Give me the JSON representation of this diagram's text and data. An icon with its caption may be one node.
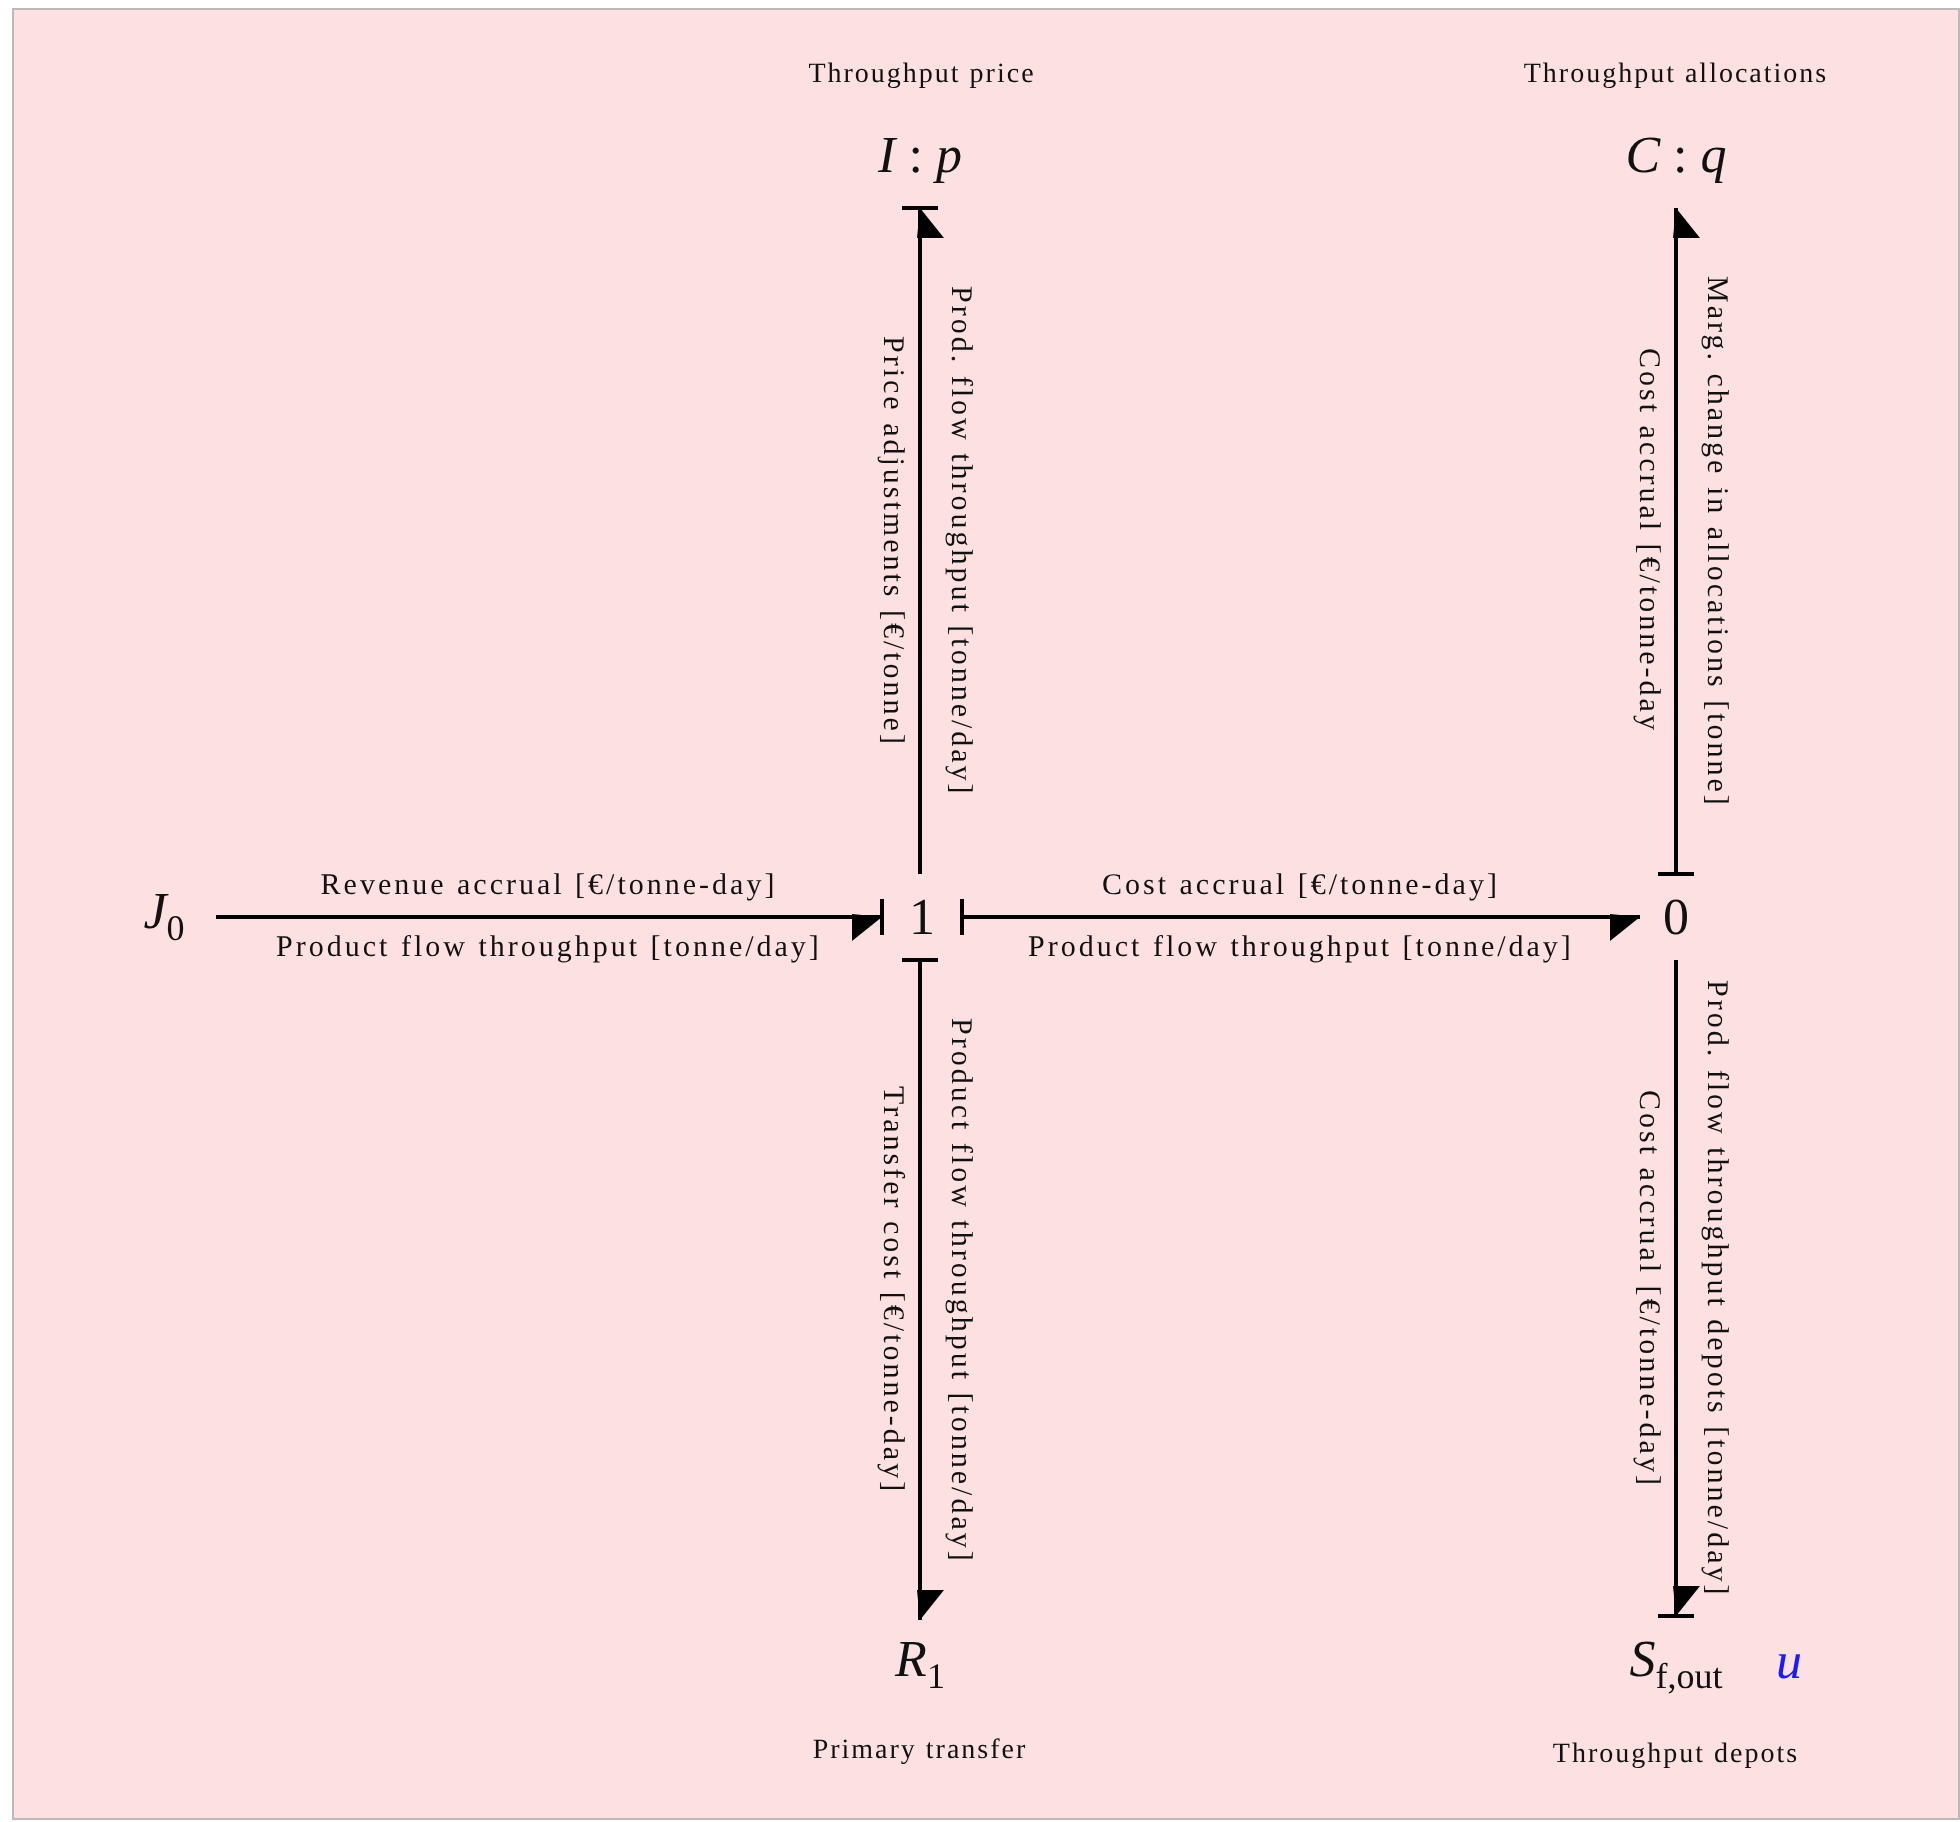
{
  "diagram": {
    "nodes": [
      {
        "text": [
          "*I* : *p*"
        ],
        "beside": [
          "Throughput price"
        ]
      },
      {
        "text": [
          "*C* : *q*"
        ],
        "beside": [
          "Throughput allocations"
        ]
      },
      {
        "text": [
          "*J*$_{0}$"
        ]
      },
      {
        "text": [
          "1"
        ]
      },
      {
        "text": [
          "0"
        ]
      },
      {
        "text": [
          "*R*$_{1}$"
        ],
        "beside": [
          "Primary transfer"
        ]
      },
      {
        "text": [
          "*S*$_{f,out}$"
        ],
        "beside": [
          "Throughput depots"
        ]
      }
    ],
    "edges": [
      {
        "from": 2,
        "to": 3,
        "arrow": "to",
        "label": "Revenue accrual [€/tonne-day]"
      },
      {
        "from": 3,
        "to": 0,
        "arrow": "to",
        "label": "Price adjustments [€/tonne]"
      },
      {
        "from": 3,
        "to": 5,
        "arrow": "to",
        "label": "Transfer cost [€/tonne-day]"
      },
      {
        "from": 3,
        "to": 4,
        "arrow": "to",
        "label": "Cost accrual [€/tonne-day]"
      },
      {
        "from": 4,
        "to": 1,
        "arrow": "to",
        "label": "Cost accrual [€/tonne-day"
      },
      {
        "from": 4,
        "to": 6,
        "arrow": "to",
        "label": "Cost accrual [€/tonne-day]"
      }
    ],
    "labels": [
      "Product flow throughput [tonne/day]",
      "Prod. flow throughput [tonne/day]",
      "Product flow throughput [tonne/day]",
      "Product flow throughput [tonne/day]",
      "Marg. change in allocations [tonne]",
      "Prod. flow throughput depots [tonne/day]",
      "u"
    ]
  }
}
